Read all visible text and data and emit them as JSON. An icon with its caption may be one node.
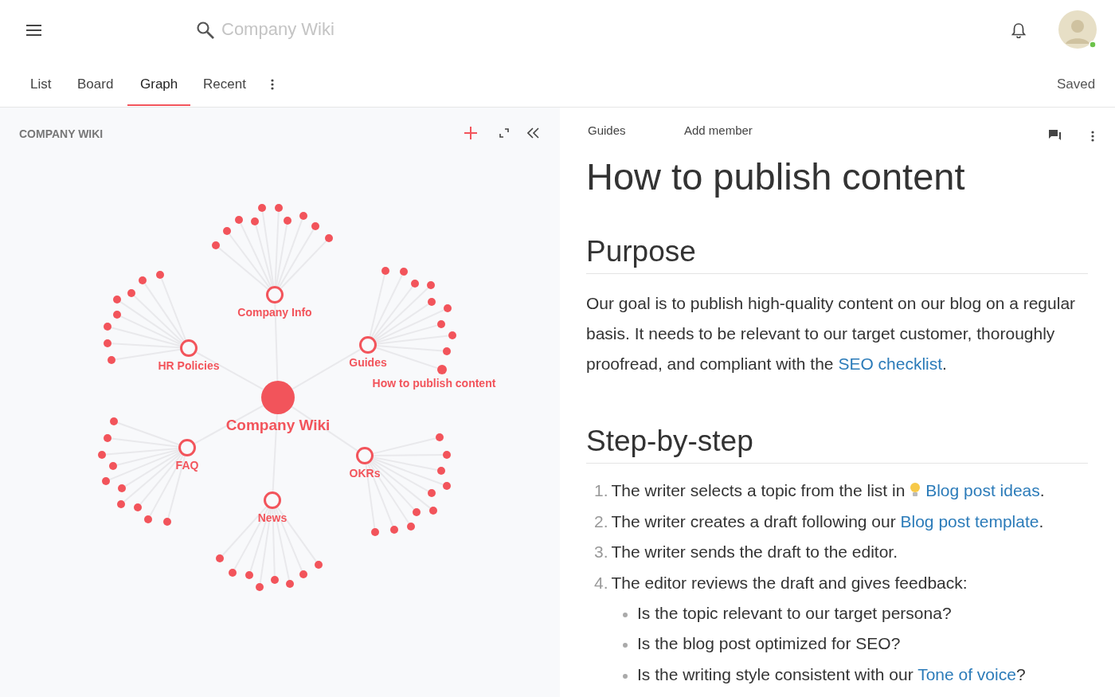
{
  "diagram": {
    "nodes": [
      {
        "text": [
          "Company Wiki"
        ]
      },
      {
        "text": [
          "Company Info"
        ]
      },
      {
        "text": [
          "HR Policies"
        ]
      },
      {
        "text": [
          "Guides"
        ]
      },
      {
        "text": [
          "How to publish content"
        ]
      },
      {
        "text": [
          "FAQ"
        ]
      },
      {
        "text": [
          "OKRs"
        ]
      },
      {
        "text": [
          "News"
        ]
      },
      {
        "text": [],
        "shape": "circle"
      },
      {
        "text": [],
        "shape": "circle"
      },
      {
        "text": [],
        "shape": "circle"
      },
      {
        "text": [],
        "shape": "circle"
      },
      {
        "text": [],
        "shape": "circle"
      },
      {
        "text": [],
        "shape": "circle"
      },
      {
        "text": [],
        "shape": "circle"
      },
      {
        "text": [],
        "shape": "circle"
      },
      {
        "text": [],
        "shape": "circle"
      },
      {
        "text": [],
        "shape": "circle"
      },
      {
        "text": [],
        "shape": "circle"
      },
      {
        "text": [],
        "shape": "circle"
      },
      {
        "text": [],
        "shape": "circle"
      },
      {
        "text": [],
        "shape": "circle"
      },
      {
        "text": [],
        "shape": "circle"
      },
      {
        "text": [],
        "shape": "circle"
      },
      {
        "text": [],
        "shape": "circle"
      },
      {
        "text": [],
        "shape": "circle"
      },
      {
        "text": [],
        "shape": "circle"
      },
      {
        "text": [],
        "shape": "circle"
      },
      {
        "text": [],
        "shape": "circle"
      },
      {
        "text": [],
        "shape": "circle"
      },
      {
        "text": [],
        "shape": "circle"
      },
      {
        "text": [],
        "shape": "circle"
      },
      {
        "text": [],
        "shape": "circle"
      },
      {
        "text": [],
        "shape": "circle"
      },
      {
        "text": [],
        "shape": "circle"
      },
      {
        "text": [],
        "shape": "circle"
      },
      {
        "text": [],
        "shape": "circle"
      },
      {
        "text": [],
        "shape": "circle"
      },
      {
        "text": [],
        "shape": "circle"
      },
      {
        "text": [],
        "shape": "circle"
      },
      {
        "text": [],
        "shape": "circle"
      },
      {
        "text": [],
        "shape": "circle"
      },
      {
        "text": [],
        "shape": "circle"
      },
      {
        "text": [],
        "shape": "circle"
      },
      {
        "text": [],
        "shape": "circle"
      },
      {
        "text": [],
        "shape": "circle"
      },
      {
        "text": [],
        "shape": "circle"
      },
      {
        "text": [],
        "shape": "circle"
      },
      {
        "text": [],
        "shape": "circle"
      },
      {
        "text": [],
        "shape": "circle"
      },
      {
        "text": [],
        "shape": "circle"
      },
      {
        "text": [],
        "shape": "circle"
      },
      {
        "text": [],
        "shape": "circle"
      },
      {
        "text": [],
        "shape": "circle"
      },
      {
        "text": [],
        "shape": "circle"
      },
      {
        "text": [],
        "shape": "circle"
      },
      {
        "text": [],
        "shape": "circle"
      },
      {
        "text": [],
        "shape": "circle"
      },
      {
        "text": [],
        "shape": "circle"
      },
      {
        "text": [],
        "shape": "circle"
      },
      {
        "text": [],
        "shape": "circle"
      },
      {
        "text": [],
        "shape": "circle"
      },
      {
        "text": [],
        "shape": "circle"
      }
    ],
    "edges": [
      {
        "from": 0,
        "to": 1,
        "arrow": "none"
      },
      {
        "from": 0,
        "to": 2,
        "arrow": "none"
      },
      {
        "from": 0,
        "to": 3,
        "arrow": "none"
      },
      {
        "from": 0,
        "to": 5,
        "arrow": "none"
      },
      {
        "from": 0,
        "to": 6,
        "arrow": "none"
      },
      {
        "from": 0,
        "to": 7,
        "arrow": "none"
      },
      {
        "from": 3,
        "to": 4,
        "arrow": "none"
      },
      {
        "from": 1,
        "to": 8,
        "arrow": "none"
      },
      {
        "from": 1,
        "to": 9,
        "arrow": "none"
      },
      {
        "from": 1,
        "to": 10,
        "arrow": "none"
      },
      {
        "from": 1,
        "to": 11,
        "arrow": "none"
      },
      {
        "from": 1,
        "to": 12,
        "arrow": "none"
      },
      {
        "from": 1,
        "to": 13,
        "arrow": "none"
      },
      {
        "from": 1,
        "to": 14,
        "arrow": "none"
      },
      {
        "from": 1,
        "to": 15,
        "arrow": "none"
      },
      {
        "from": 1,
        "to": 16,
        "arrow": "none"
      },
      {
        "from": 1,
        "to": 17,
        "arrow": "none"
      },
      {
        "from": 2,
        "to": 18,
        "arrow": "none"
      },
      {
        "from": 2,
        "to": 19,
        "arrow": "none"
      },
      {
        "from": 2,
        "to": 20,
        "arrow": "none"
      },
      {
        "from": 2,
        "to": 21,
        "arrow": "none"
      },
      {
        "from": 2,
        "to": 22,
        "arrow": "none"
      },
      {
        "from": 2,
        "to": 23,
        "arrow": "none"
      },
      {
        "from": 2,
        "to": 24,
        "arrow": "none"
      },
      {
        "from": 2,
        "to": 25,
        "arrow": "none"
      },
      {
        "from": 3,
        "to": 26,
        "arrow": "none"
      },
      {
        "from": 3,
        "to": 27,
        "arrow": "none"
      },
      {
        "from": 3,
        "to": 28,
        "arrow": "none"
      },
      {
        "from": 3,
        "to": 29,
        "arrow": "none"
      },
      {
        "from": 3,
        "to": 30,
        "arrow": "none"
      },
      {
        "from": 3,
        "to": 31,
        "arrow": "none"
      },
      {
        "from": 3,
        "to": 32,
        "arrow": "none"
      },
      {
        "from": 3,
        "to": 33,
        "arrow": "none"
      },
      {
        "from": 3,
        "to": 34,
        "arrow": "none"
      },
      {
        "from": 5,
        "to": 35,
        "arrow": "none"
      },
      {
        "from": 5,
        "to": 36,
        "arrow": "none"
      },
      {
        "from": 5,
        "to": 37,
        "arrow": "none"
      },
      {
        "from": 5,
        "to": 38,
        "arrow": "none"
      },
      {
        "from": 5,
        "to": 39,
        "arrow": "none"
      },
      {
        "from": 5,
        "to": 40,
        "arrow": "none"
      },
      {
        "from": 5,
        "to": 41,
        "arrow": "none"
      },
      {
        "from": 5,
        "to": 42,
        "arrow": "none"
      },
      {
        "from": 5,
        "to": 43,
        "arrow": "none"
      },
      {
        "from": 5,
        "to": 44,
        "arrow": "none"
      },
      {
        "from": 6,
        "to": 45,
        "arrow": "none"
      },
      {
        "from": 6,
        "to": 46,
        "arrow": "none"
      },
      {
        "from": 6,
        "to": 47,
        "arrow": "none"
      },
      {
        "from": 6,
        "to": 48,
        "arrow": "none"
      },
      {
        "from": 6,
        "to": 49,
        "arrow": "none"
      },
      {
        "from": 6,
        "to": 50,
        "arrow": "none"
      },
      {
        "from": 6,
        "to": 51,
        "arrow": "none"
      },
      {
        "from": 6,
        "to": 52,
        "arrow": "none"
      },
      {
        "from": 6,
        "to": 53,
        "arrow": "none"
      },
      {
        "from": 6,
        "to": 54,
        "arrow": "none"
      },
      {
        "from": 7,
        "to": 55,
        "arrow": "none"
      },
      {
        "from": 7,
        "to": 56,
        "arrow": "none"
      },
      {
        "from": 7,
        "to": 57,
        "arrow": "none"
      },
      {
        "from": 7,
        "to": 58,
        "arrow": "none"
      },
      {
        "from": 7,
        "to": 59,
        "arrow": "none"
      },
      {
        "from": 7,
        "to": 60,
        "arrow": "none"
      },
      {
        "from": 7,
        "to": 61,
        "arrow": "none"
      },
      {
        "from": 7,
        "to": 62,
        "arrow": "none"
      }
    ],
    "labels": [
      "Company Wiki",
      "List",
      "Board",
      "Graph",
      "Recent",
      "Saved",
      "COMPANY WIKI",
      "Guides",
      "Add member",
      "How to publish content",
      "Purpose",
      "Our goal is to publish high-quality content on our blog on a regular basis. It needs to be relevant to our target customer, thoroughly proofread, and compliant with the",
      "SEO checklist",
      ".",
      "Step-by-step",
      "1.",
      "The writer selects a topic from the list in",
      "Blog post ideas",
      ".",
      "2.",
      "The writer creates a draft following our",
      "Blog post template",
      ".",
      "3.",
      "The writer sends the draft to the editor.",
      "4.",
      "The editor reviews the draft and gives feedback:",
      "Is the topic relevant to our target persona?",
      "Is the blog post optimized for SEO?",
      "Is the writing style consistent with our",
      "Tone of voice",
      "?"
    ]
  }
}
